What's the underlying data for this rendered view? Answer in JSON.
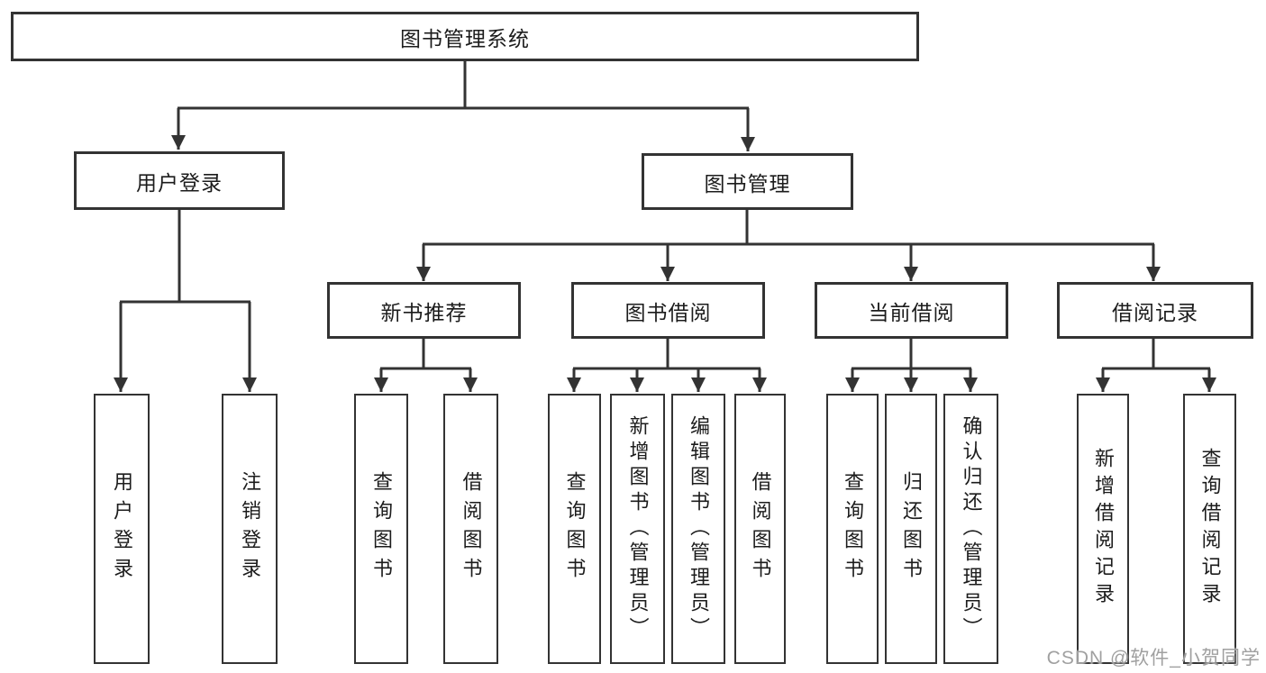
{
  "diagram": {
    "colors": {
      "line": "#333333",
      "box_border": "#333333",
      "text": "#1c1c1c",
      "background": "#ffffff",
      "watermark_text": "#a0a0a0"
    },
    "watermark": "CSDN @软件_小贺同学",
    "nodes": {
      "root": {
        "label": "图书管理系统"
      },
      "user_login": {
        "label": "用户登录"
      },
      "book_mgmt": {
        "label": "图书管理"
      },
      "new_book_rec": {
        "label": "新书推荐"
      },
      "book_borrow": {
        "label": "图书借阅"
      },
      "current_borrow": {
        "label": "当前借阅"
      },
      "borrow_record": {
        "label": "借阅记录"
      },
      "leaf_user_login": {
        "label": "用户登录"
      },
      "leaf_logout": {
        "label": "注销登录"
      },
      "leaf_query_book_1": {
        "label": "查询图书"
      },
      "leaf_borrow_book_1": {
        "label": "借阅图书"
      },
      "leaf_query_book_2": {
        "label": "查询图书"
      },
      "leaf_add_book": {
        "label": "新增图书（管理员）"
      },
      "leaf_edit_book": {
        "label": "编辑图书（管理员）"
      },
      "leaf_borrow_book_2": {
        "label": "借阅图书"
      },
      "leaf_query_book_3": {
        "label": "查询图书"
      },
      "leaf_return_book": {
        "label": "归还图书"
      },
      "leaf_confirm_return": {
        "label": "确认归还（管理员）"
      },
      "leaf_add_record": {
        "label": "新增借阅记录"
      },
      "leaf_query_record": {
        "label": "查询借阅记录"
      }
    },
    "hierarchy": {
      "root": [
        "user_login",
        "book_mgmt"
      ],
      "user_login": [
        "leaf_user_login",
        "leaf_logout"
      ],
      "book_mgmt": [
        "new_book_rec",
        "book_borrow",
        "current_borrow",
        "borrow_record"
      ],
      "new_book_rec": [
        "leaf_query_book_1",
        "leaf_borrow_book_1"
      ],
      "book_borrow": [
        "leaf_query_book_2",
        "leaf_add_book",
        "leaf_edit_book",
        "leaf_borrow_book_2"
      ],
      "current_borrow": [
        "leaf_query_book_3",
        "leaf_return_book",
        "leaf_confirm_return"
      ],
      "borrow_record": [
        "leaf_add_record",
        "leaf_query_record"
      ]
    }
  }
}
